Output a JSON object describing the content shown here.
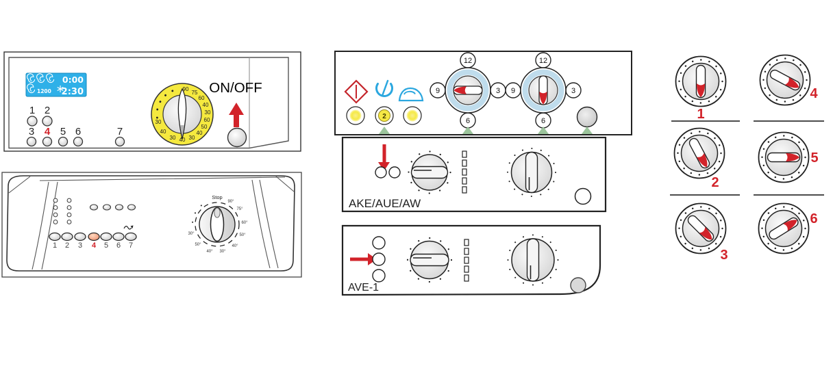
{
  "diagram_title": "washing-machine-control-panels",
  "colors": {
    "accent_red": "#D2232A",
    "lcd_blue": "#2FB0E8",
    "dial_yellow": "#F5E93F",
    "clock_ring_blue": "#BFDCEC",
    "led_yellow": "#F6E845",
    "marker_green": "#9CC49C"
  },
  "tl": {
    "power_label": "ON/OFF",
    "lcd": {
      "remaining": "0:00",
      "duration": "2:30",
      "spin": "1200"
    },
    "btns1": [
      "1",
      "2"
    ],
    "btns2": [
      "3",
      "4",
      "5",
      "6",
      "7"
    ],
    "highlighted_button": "4",
    "dial": [
      "90",
      "75",
      "60",
      "40",
      "30",
      "60",
      "50",
      "40",
      "30",
      "40",
      "30",
      "40",
      "30"
    ]
  },
  "bl": {
    "btns": [
      "1",
      "2",
      "3",
      "4",
      "5",
      "6",
      "7"
    ],
    "highlighted_button": "4",
    "dial": {
      "stop": "Stop",
      "temps": [
        "90°",
        "75°",
        "60°",
        "50°",
        "40°",
        "30°",
        "40°",
        "50°",
        "30°"
      ]
    }
  },
  "tm": {
    "clock": [
      "12",
      "3",
      "6",
      "9"
    ],
    "delay": "2"
  },
  "ake": {
    "label": "AKE/AUE/AW"
  },
  "ave": {
    "label": "AVE-1"
  },
  "kn": {
    "nums": [
      "1",
      "2",
      "3",
      "4",
      "5",
      "6"
    ]
  }
}
